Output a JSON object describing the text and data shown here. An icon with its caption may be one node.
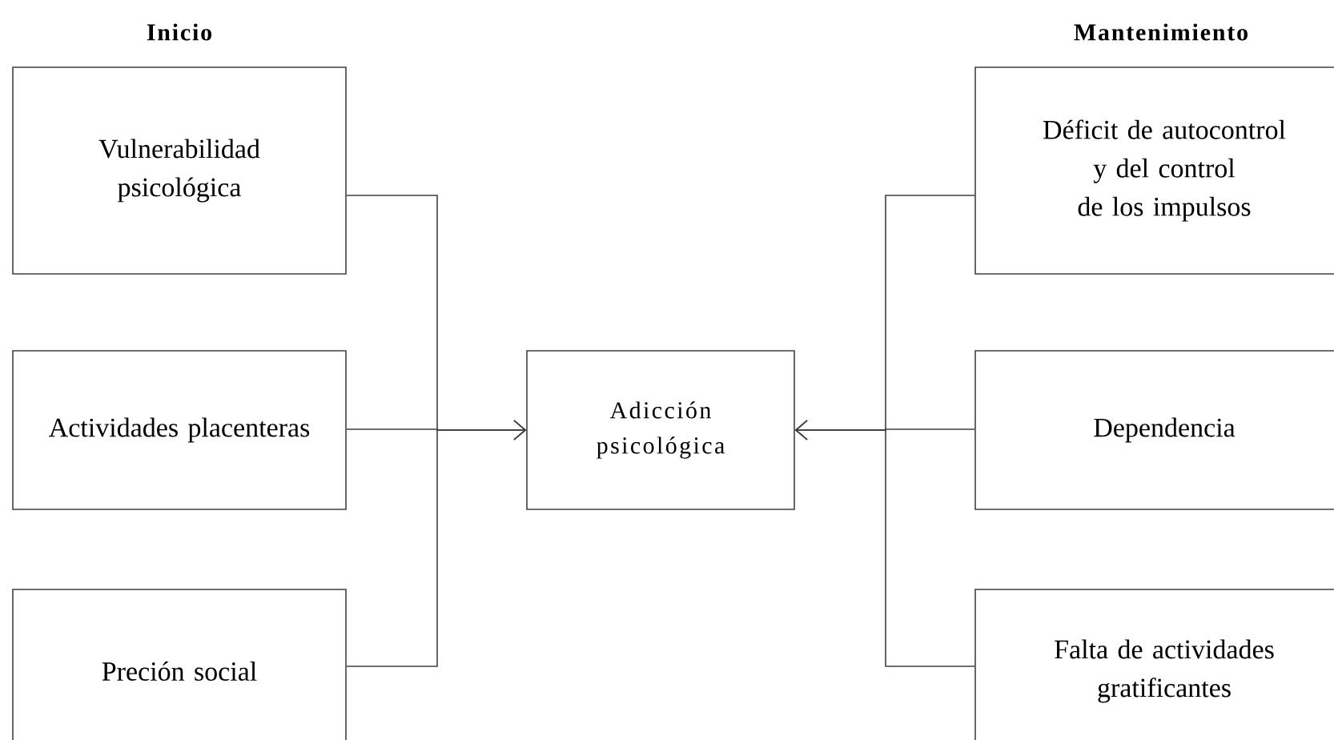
{
  "diagram": {
    "nodes": [
      {
        "text": [
          "Vulnerabilidad psicológica"
        ]
      },
      {
        "text": [
          "Actividades placenteras"
        ]
      },
      {
        "text": [
          "Preción social"
        ]
      },
      {
        "text": [
          "Adicción psicológica"
        ]
      },
      {
        "text": [
          "Déficit de autocontrol y del control de los impulsos"
        ]
      },
      {
        "text": [
          "Dependencia"
        ]
      },
      {
        "text": [
          "Falta de actividades gratificantes"
        ]
      }
    ],
    "edges": [
      {
        "from": 0,
        "to": 3,
        "arrow": "to"
      },
      {
        "from": 1,
        "to": 3,
        "arrow": "to"
      },
      {
        "from": 2,
        "to": 3,
        "arrow": "to"
      },
      {
        "from": 4,
        "to": 3,
        "arrow": "to"
      },
      {
        "from": 5,
        "to": 3,
        "arrow": "to"
      },
      {
        "from": 6,
        "to": 3,
        "arrow": "to"
      }
    ],
    "labels": [
      "Inicio",
      "Mantenimiento"
    ]
  }
}
